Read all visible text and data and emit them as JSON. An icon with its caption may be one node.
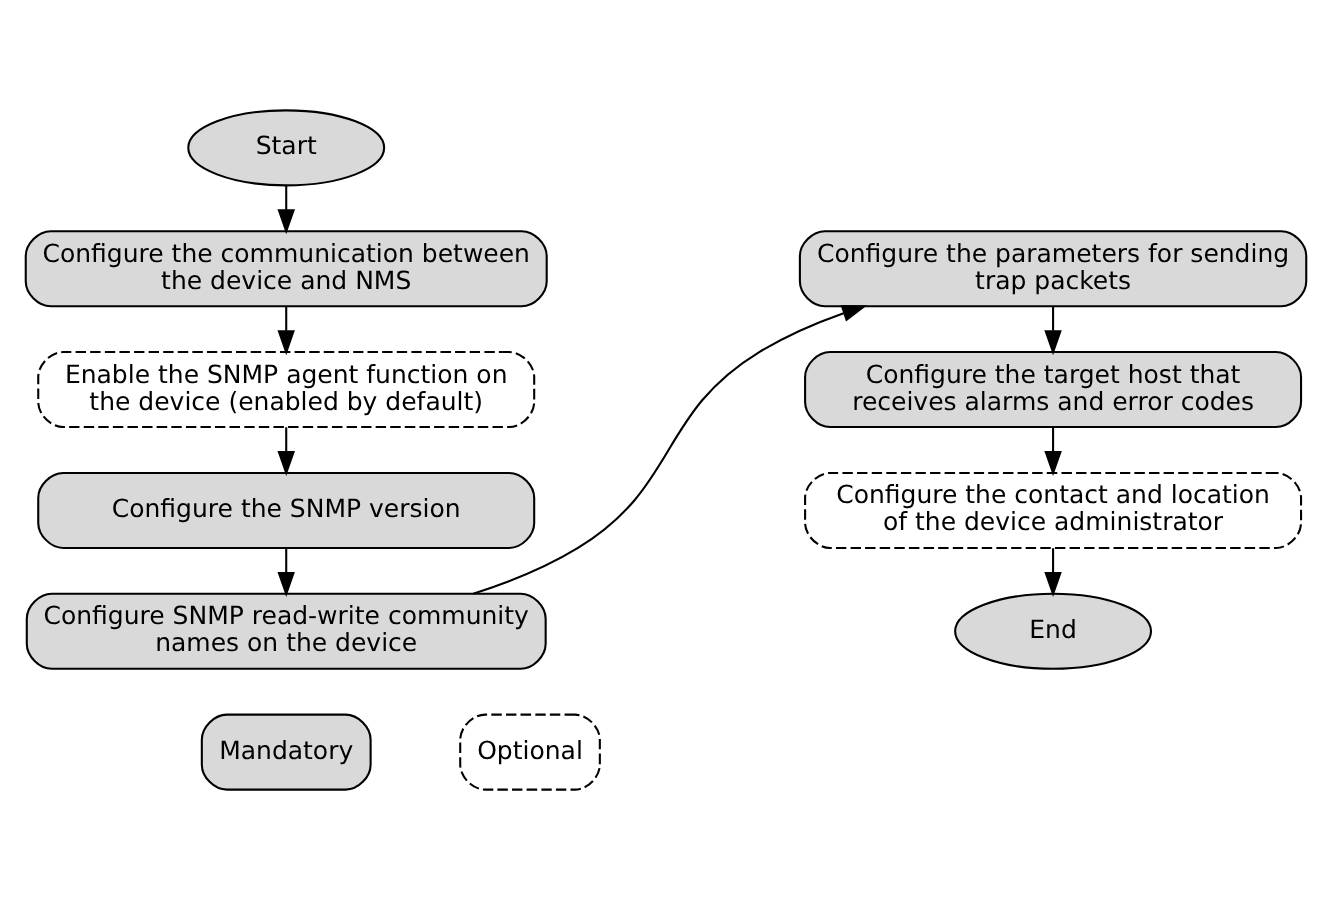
{
  "diagram": {
    "nodes": [
      {
        "text": [
          "Start"
        ]
      },
      {
        "text": [
          "Configure the communication between the device and NMS"
        ]
      },
      {
        "text": [
          "Enable the SNMP agent function on the device (enabled by default)"
        ]
      },
      {
        "text": [
          "Configure the SNMP version"
        ]
      },
      {
        "text": [
          "Configure SNMP read-write community names on the device"
        ]
      },
      {
        "text": [
          "Configure the parameters for sending trap packets"
        ]
      },
      {
        "text": [
          "Configure the target host that receives alarms and error codes"
        ]
      },
      {
        "text": [
          "Configure the contact and location of the device administrator"
        ]
      },
      {
        "text": [
          "End"
        ]
      }
    ],
    "edges": [
      {
        "from": 0,
        "to": 1,
        "arrow": "to"
      },
      {
        "from": 1,
        "to": 2,
        "arrow": "to"
      },
      {
        "from": 2,
        "to": 3,
        "arrow": "to"
      },
      {
        "from": 3,
        "to": 4,
        "arrow": "to"
      },
      {
        "from": 4,
        "to": 5,
        "arrow": "to"
      },
      {
        "from": 5,
        "to": 6,
        "arrow": "to"
      },
      {
        "from": 6,
        "to": 7,
        "arrow": "to"
      },
      {
        "from": 7,
        "to": 8,
        "arrow": "to"
      }
    ],
    "legend": [
      {
        "text": "Mandatory",
        "color": "#d9d9d9"
      },
      {
        "text": "Optional"
      }
    ]
  }
}
